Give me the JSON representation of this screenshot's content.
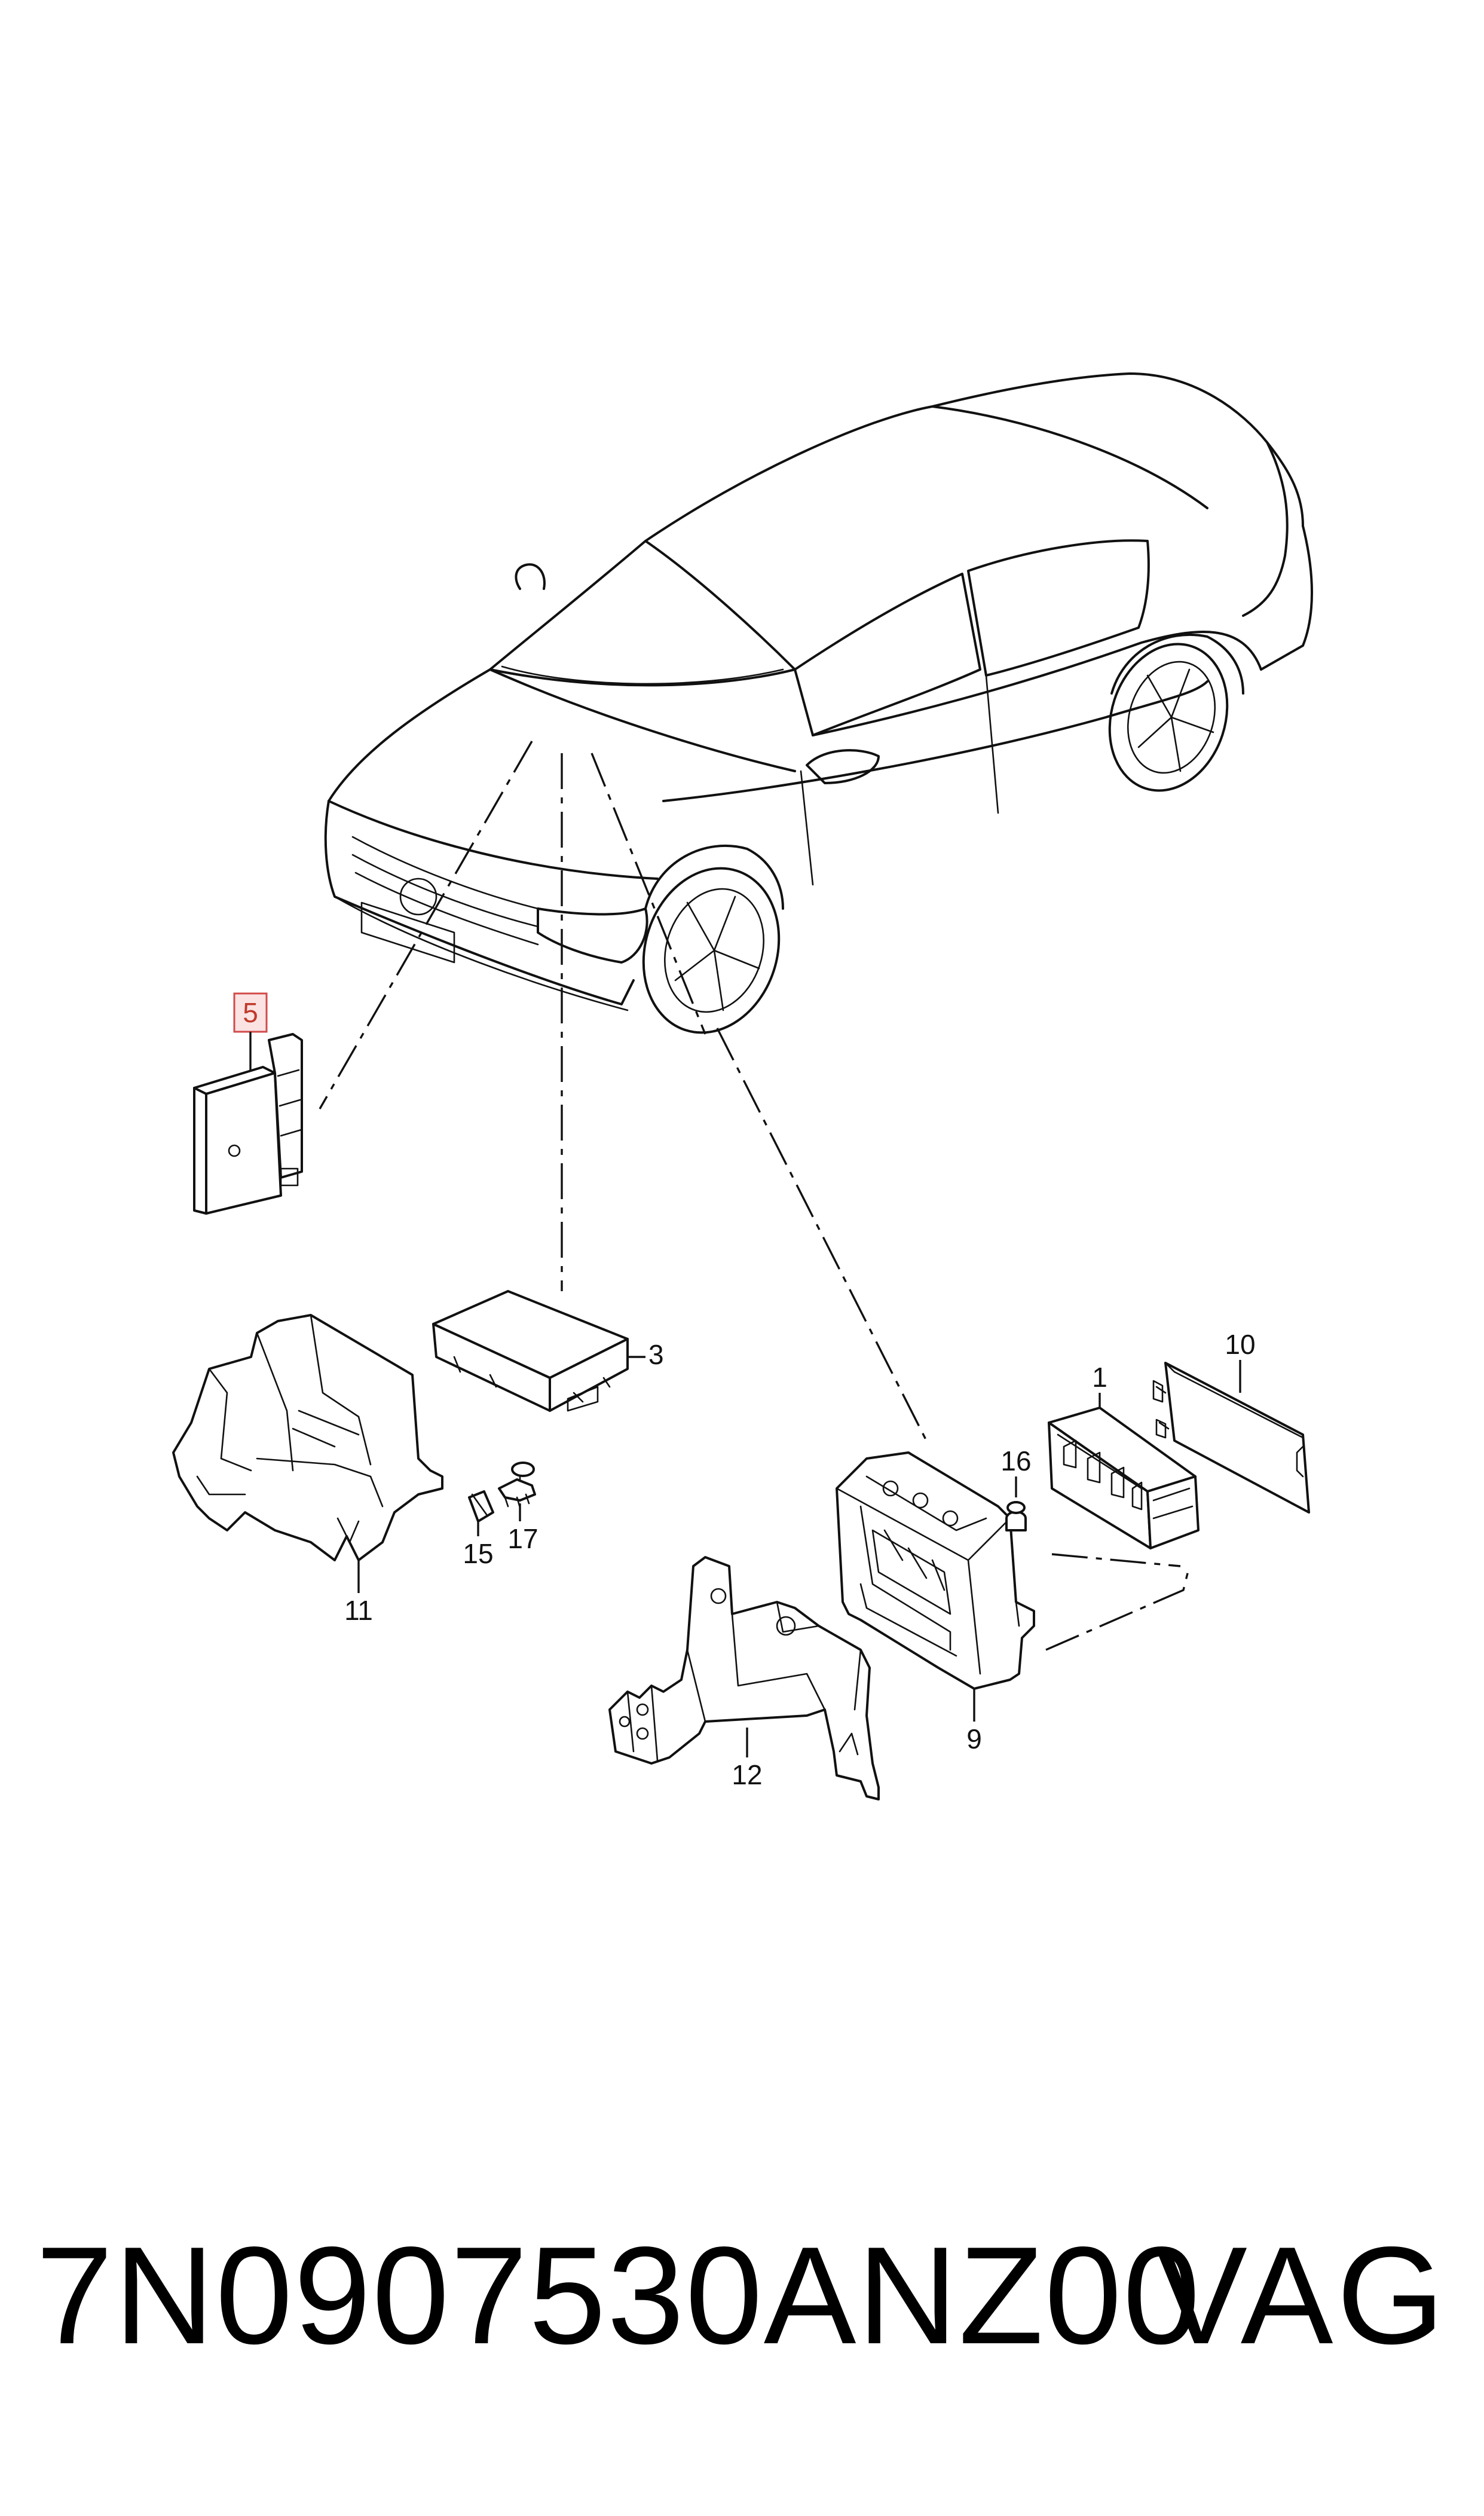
{
  "diagram": {
    "callouts": [
      {
        "id": "1",
        "label": "1"
      },
      {
        "id": "3",
        "label": "3"
      },
      {
        "id": "5",
        "label": "5",
        "highlighted": true
      },
      {
        "id": "9",
        "label": "9"
      },
      {
        "id": "10",
        "label": "10"
      },
      {
        "id": "11",
        "label": "11"
      },
      {
        "id": "12",
        "label": "12"
      },
      {
        "id": "15",
        "label": "15"
      },
      {
        "id": "16",
        "label": "16"
      },
      {
        "id": "17",
        "label": "17"
      }
    ],
    "highlight_color": "#d24a4a"
  },
  "footer": {
    "part_number": "7N0907530ANZ00",
    "brand": "VAG"
  }
}
